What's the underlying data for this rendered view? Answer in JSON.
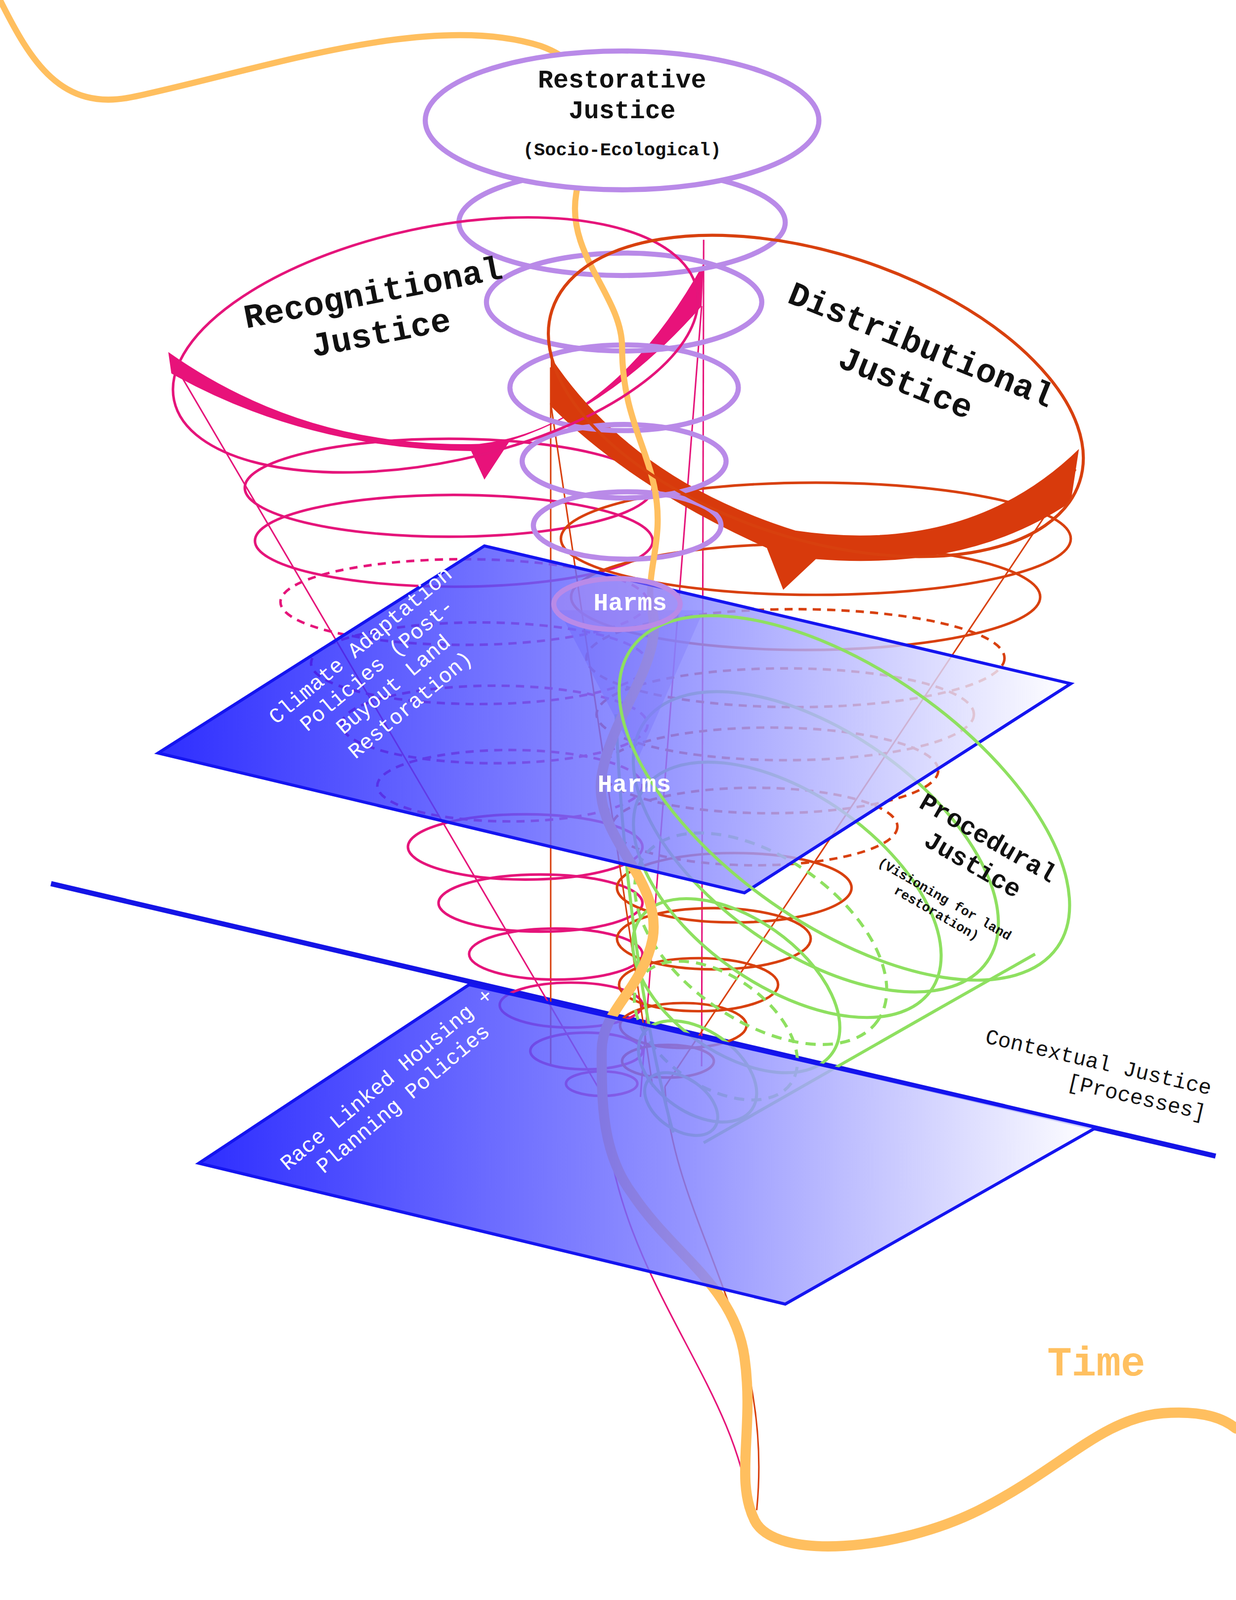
{
  "diagram": {
    "nodes": [
      {
        "text": [
          "Restorative Justice",
          "(Socio-Ecological)"
        ]
      },
      {
        "text": [
          "Recognitional Justice"
        ]
      },
      {
        "text": [
          "Distributional Justice"
        ]
      },
      {
        "text": [
          "Harms"
        ]
      },
      {
        "text": [
          "Climate Adaptation Policies (Post-Buyout Land Restoration)"
        ]
      },
      {
        "text": [
          "Procedural Justice",
          "(Visioning for land restoration)"
        ]
      },
      {
        "text": [
          "Race Linked Housing + Planning Policies"
        ]
      }
    ],
    "labels": [
      "Harms",
      "Contextual Justice [Processes]",
      "Time"
    ]
  }
}
